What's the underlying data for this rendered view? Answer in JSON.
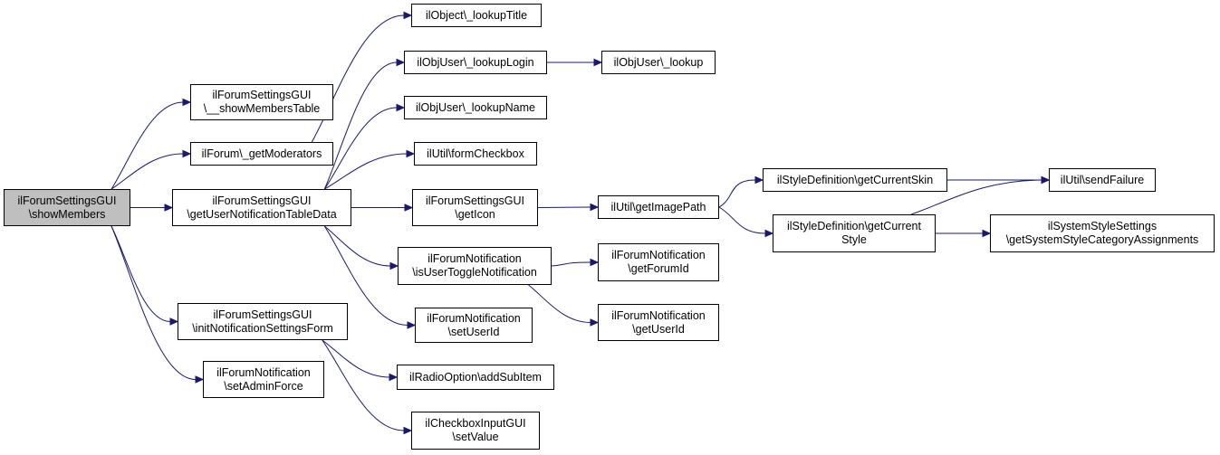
{
  "diagram": {
    "type": "call-graph",
    "colors": {
      "edge": "#191970",
      "root_fill": "#bfbfbf",
      "node_fill": "#ffffff",
      "border": "#000000"
    },
    "nodes": [
      {
        "id": "showMembers",
        "label": "ilForumSettingsGUI\n\\showMembers",
        "root": true
      },
      {
        "id": "showMembersTable",
        "label": "ilForumSettingsGUI\n\\__showMembersTable"
      },
      {
        "id": "getModerators",
        "label": "ilForum\\_getModerators"
      },
      {
        "id": "getUserNotificationTableData",
        "label": "ilForumSettingsGUI\n\\getUserNotificationTableData"
      },
      {
        "id": "initNotificationSettingsForm",
        "label": "ilForumSettingsGUI\n\\initNotificationSettingsForm"
      },
      {
        "id": "setAdminForce",
        "label": "ilForumNotification\n\\setAdminForce"
      },
      {
        "id": "lookupTitle",
        "label": "ilObject\\_lookupTitle"
      },
      {
        "id": "lookupLogin",
        "label": "ilObjUser\\_lookupLogin"
      },
      {
        "id": "lookup",
        "label": "ilObjUser\\_lookup"
      },
      {
        "id": "lookupName",
        "label": "ilObjUser\\_lookupName"
      },
      {
        "id": "formCheckbox",
        "label": "ilUtil\\formCheckbox"
      },
      {
        "id": "getIcon",
        "label": "ilForumSettingsGUI\n\\getIcon"
      },
      {
        "id": "getImagePath",
        "label": "ilUtil\\getImagePath"
      },
      {
        "id": "getCurrentSkin",
        "label": "ilStyleDefinition\\getCurrentSkin"
      },
      {
        "id": "getCurrentStyle",
        "label": "ilStyleDefinition\\getCurrent\nStyle"
      },
      {
        "id": "sendFailure",
        "label": "ilUtil\\sendFailure"
      },
      {
        "id": "getSystemStyleCategoryAssignments",
        "label": "ilSystemStyleSettings\n\\getSystemStyleCategoryAssignments"
      },
      {
        "id": "isUserToggleNotification",
        "label": "ilForumNotification\n\\isUserToggleNotification"
      },
      {
        "id": "getForumId",
        "label": "ilForumNotification\n\\getForumId"
      },
      {
        "id": "getUserId",
        "label": "ilForumNotification\n\\getUserId"
      },
      {
        "id": "setUserId",
        "label": "ilForumNotification\n\\setUserId"
      },
      {
        "id": "addSubItem",
        "label": "ilRadioOption\\addSubItem"
      },
      {
        "id": "setValue",
        "label": "ilCheckboxInputGUI\n\\setValue"
      }
    ],
    "edges": [
      {
        "from": "showMembers",
        "to": "showMembersTable"
      },
      {
        "from": "showMembers",
        "to": "getModerators"
      },
      {
        "from": "showMembers",
        "to": "getUserNotificationTableData"
      },
      {
        "from": "showMembers",
        "to": "initNotificationSettingsForm"
      },
      {
        "from": "showMembers",
        "to": "setAdminForce"
      },
      {
        "from": "getModerators",
        "to": "lookupTitle"
      },
      {
        "from": "getUserNotificationTableData",
        "to": "lookupLogin"
      },
      {
        "from": "getUserNotificationTableData",
        "to": "lookupName"
      },
      {
        "from": "getUserNotificationTableData",
        "to": "formCheckbox"
      },
      {
        "from": "getUserNotificationTableData",
        "to": "getIcon"
      },
      {
        "from": "getUserNotificationTableData",
        "to": "isUserToggleNotification"
      },
      {
        "from": "getUserNotificationTableData",
        "to": "setUserId"
      },
      {
        "from": "lookupLogin",
        "to": "lookup"
      },
      {
        "from": "getIcon",
        "to": "getImagePath"
      },
      {
        "from": "getImagePath",
        "to": "getCurrentSkin"
      },
      {
        "from": "getImagePath",
        "to": "getCurrentStyle"
      },
      {
        "from": "getCurrentSkin",
        "to": "sendFailure"
      },
      {
        "from": "getCurrentStyle",
        "to": "sendFailure"
      },
      {
        "from": "getCurrentStyle",
        "to": "getSystemStyleCategoryAssignments"
      },
      {
        "from": "isUserToggleNotification",
        "to": "getForumId"
      },
      {
        "from": "isUserToggleNotification",
        "to": "getUserId"
      },
      {
        "from": "initNotificationSettingsForm",
        "to": "addSubItem"
      },
      {
        "from": "initNotificationSettingsForm",
        "to": "setValue"
      }
    ]
  }
}
